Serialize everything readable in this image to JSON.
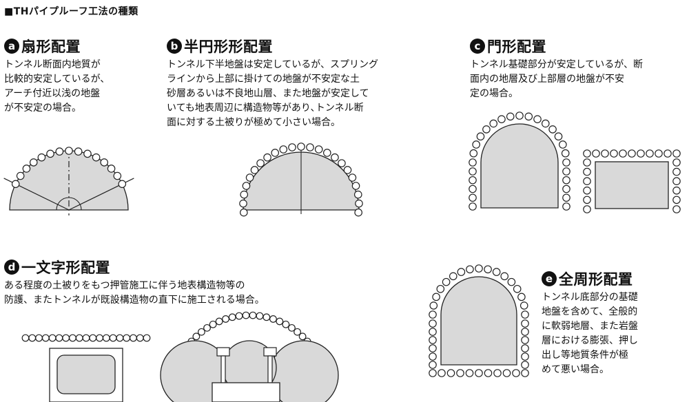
{
  "title": "■THパイプルーフ工法の種類",
  "colors": {
    "fill": "#d9d9d9",
    "stroke": "#222222",
    "badge": "#111111"
  },
  "sections": [
    {
      "badge": "a",
      "title": "扇形配置",
      "lines": [
        "トンネル断面内地質が",
        "比較的安定しているが、",
        "アーチ付近以浅の地盤",
        "が不安定の場合。"
      ]
    },
    {
      "badge": "b",
      "title": "半円形形配置",
      "lines": [
        "トンネル下半地盤は安定しているが、スプリング",
        "ラインから上部に掛けての地盤が不安定な土",
        "砂層あるいは不良地山層、また地盤が安定して",
        "いても地表周辺に構造物等があり､トンネル断",
        "面に対する土被りが極めて小さい場合。"
      ]
    },
    {
      "badge": "c",
      "title": "門形配置",
      "lines": [
        "トンネル基礎部分が安定しているが、断",
        "面内の地層及び上部層の地盤が不安",
        "定の場合。"
      ]
    },
    {
      "badge": "d",
      "title": "一文字形配置",
      "lines": [
        "ある程度の土被りをもつ押管施工に伴う地表構造物等の",
        "防護、またトンネルが既設構造物の直下に施工される場合。"
      ]
    },
    {
      "badge": "e",
      "title": "全周形配置",
      "lines": [
        "トンネル底部分の基礎",
        "地盤を含めて、全般的",
        "に軟弱地層、また岩盤",
        "層における膨張、押し",
        "出し等地質条件が極",
        "めて悪い場合。"
      ]
    }
  ]
}
